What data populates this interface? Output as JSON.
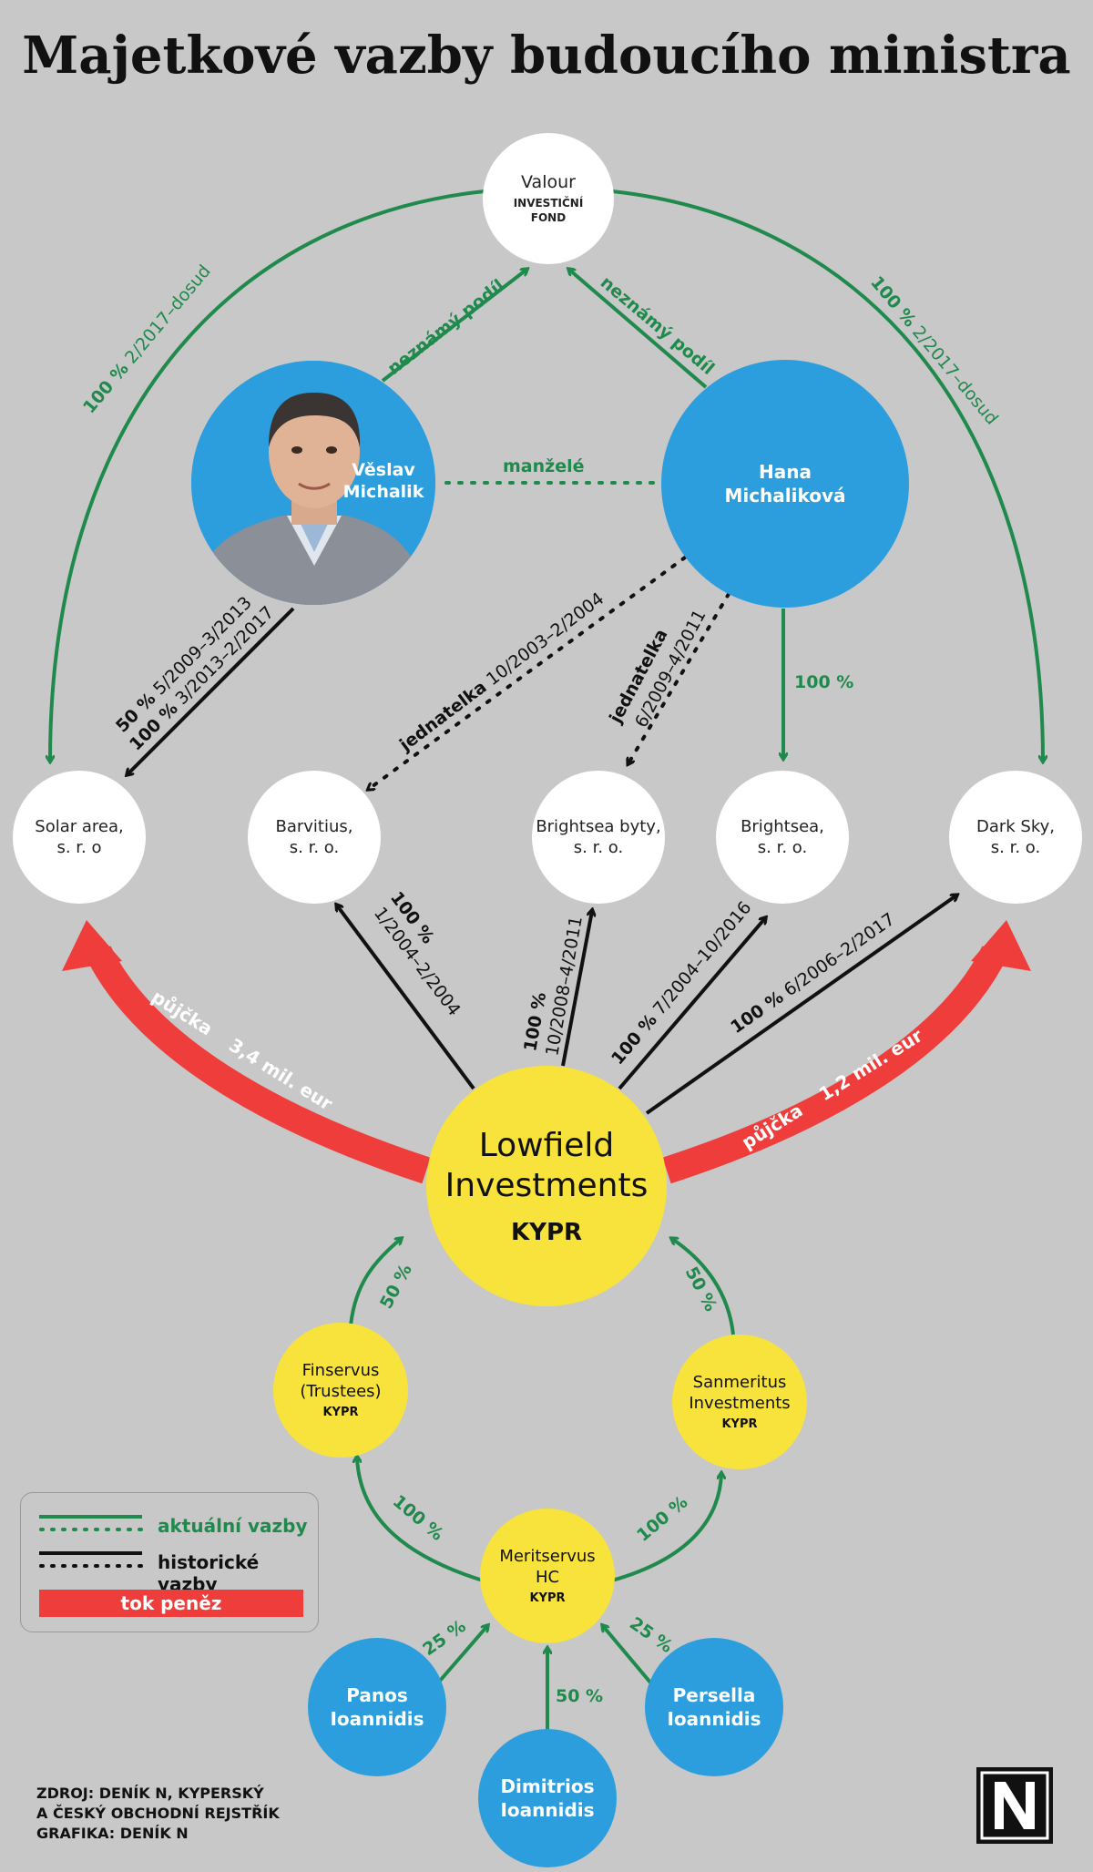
{
  "title": "Majetkové vazby budoucího ministra",
  "nodes": {
    "valour": {
      "name": "Valour",
      "sub": "INVESTIČNÍ\nFOND"
    },
    "veslav": {
      "name": "Věslav\nMichalik"
    },
    "hana": {
      "name": "Hana\nMichaliková"
    },
    "solar": {
      "name": "Solar area,\ns. r. o"
    },
    "barvitius": {
      "name": "Barvitius,\ns. r. o."
    },
    "brightsea_byty": {
      "name": "Brightsea byty,\ns. r. o."
    },
    "brightsea": {
      "name": "Brightsea,\ns. r. o."
    },
    "darksky": {
      "name": "Dark Sky,\ns. r. o."
    },
    "lowfield": {
      "name": "Lowfield\nInvestments",
      "sub": "KYPR"
    },
    "finservus": {
      "name": "Finservus\n(Trustees)",
      "sub": "KYPR"
    },
    "sanmeritus": {
      "name": "Sanmeritus\nInvestments",
      "sub": "KYPR"
    },
    "meritservus": {
      "name": "Meritservus\nHC",
      "sub": "KYPR"
    },
    "panos": {
      "name": "Panos\nIoannidis"
    },
    "persella": {
      "name": "Persella\nIoannidis"
    },
    "dimitrios": {
      "name": "Dimitrios\nIoannidis"
    }
  },
  "labels": {
    "valour_solar_pct": "100 %",
    "valour_solar_date": " 2/2017–dosud",
    "valour_dark_pct": "100 %",
    "valour_dark_date": " 2/2017–dosud",
    "veslav_valour": "neznámý podíl",
    "hana_valour": "neznámý podíl",
    "spouses": "manželé",
    "veslav_solar_1_pct": "50 %",
    "veslav_solar_1_date": " 5/2009–3/2013",
    "veslav_solar_2_pct": "100 %",
    "veslav_solar_2_date": " 3/2013–2/2017",
    "hana_barvitius_role": "jednatelka",
    "hana_barvitius_date": " 10/2003–2/2004",
    "hana_bbyty_role": "jednatelka",
    "hana_bbyty_date": "6/2009–4/2011",
    "hana_brightsea": "100 %",
    "low_barvitius_pct": "100 %",
    "low_barvitius_date": "1/2004–2/2004",
    "low_bbyty_pct": "100 %",
    "low_bbyty_date": "10/2008–4/2011",
    "low_brightsea_pct": "100 %",
    "low_brightsea_date": " 7/2004–10/2016",
    "low_dark_pct": "100 %",
    "low_dark_date": " 6/2006–2/2017",
    "loan_solar_word": "půjčka",
    "loan_solar_amount": "3,4 mil. eur",
    "loan_dark_word": "půjčka",
    "loan_dark_amount": "1,2 mil. eur",
    "fin_low": "50 %",
    "san_low": "50 %",
    "mer_fin": "100 %",
    "mer_san": "100 %",
    "panos_mer": "25 %",
    "persella_mer": "25 %",
    "dimitrios_mer": "50 %"
  },
  "legend": {
    "current": "aktuální vazby",
    "historical": "historické vazby",
    "money": "tok peněz"
  },
  "source": "ZDROJ: DENÍK N, KYPERSKÝ\nA ČESKÝ OBCHODNÍ REJSTŘÍK\nGRAFIKA: DENÍK N",
  "colors": {
    "green": "#1f8a4c",
    "black": "#111111",
    "red": "#ee3d3a",
    "blue": "#2d9edd",
    "yellow": "#f7e33b",
    "background": "#c8c8c8"
  }
}
